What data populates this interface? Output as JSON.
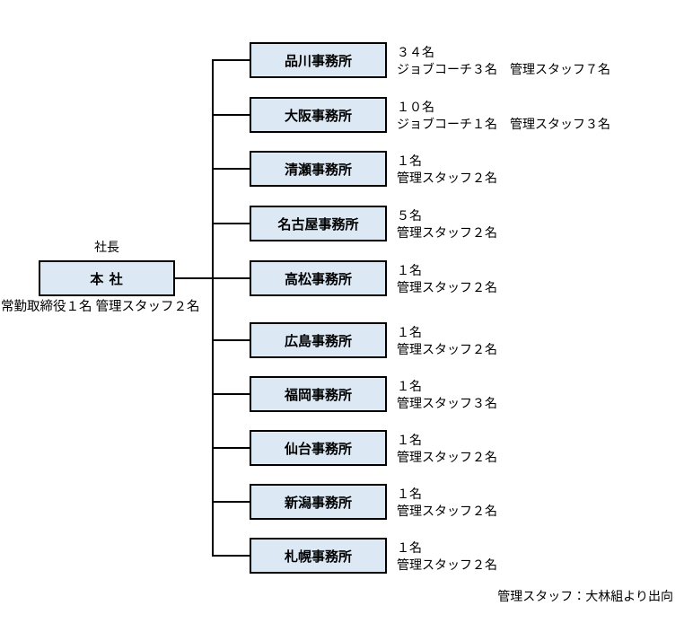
{
  "chart_data": {
    "type": "org-chart",
    "root": {
      "title_above": "社長",
      "label": "本 社",
      "note_below": "常勤取締役１名 管理スタッフ２名"
    },
    "offices": [
      {
        "label": "品川事務所",
        "count": "３４名",
        "staff": "ジョブコーチ３名　管理スタッフ７名"
      },
      {
        "label": "大阪事務所",
        "count": "１０名",
        "staff": "ジョブコーチ１名　管理スタッフ３名"
      },
      {
        "label": "清瀬事務所",
        "count": "１名",
        "staff": "管理スタッフ２名"
      },
      {
        "label": "名古屋事務所",
        "count": "５名",
        "staff": "管理スタッフ２名"
      },
      {
        "label": "高松事務所",
        "count": "１名",
        "staff": "管理スタッフ２名"
      },
      {
        "label": "広島事務所",
        "count": "１名",
        "staff": "管理スタッフ２名"
      },
      {
        "label": "福岡事務所",
        "count": "１名",
        "staff": "管理スタッフ３名"
      },
      {
        "label": "仙台事務所",
        "count": "１名",
        "staff": "管理スタッフ２名"
      },
      {
        "label": "新潟事務所",
        "count": "１名",
        "staff": "管理スタッフ２名"
      },
      {
        "label": "札幌事務所",
        "count": "１名",
        "staff": "管理スタッフ２名"
      }
    ],
    "footnote": "管理スタッフ：大林組より出向",
    "colors": {
      "box_fill": "#dce9f5",
      "box_border": "#000000",
      "connector_line": "#000000",
      "text": "#000000",
      "background": "#ffffff"
    },
    "layout_hints": {
      "legend_position": "none",
      "grid": "off",
      "orientation": "root-left, children stacked vertically on right"
    }
  }
}
